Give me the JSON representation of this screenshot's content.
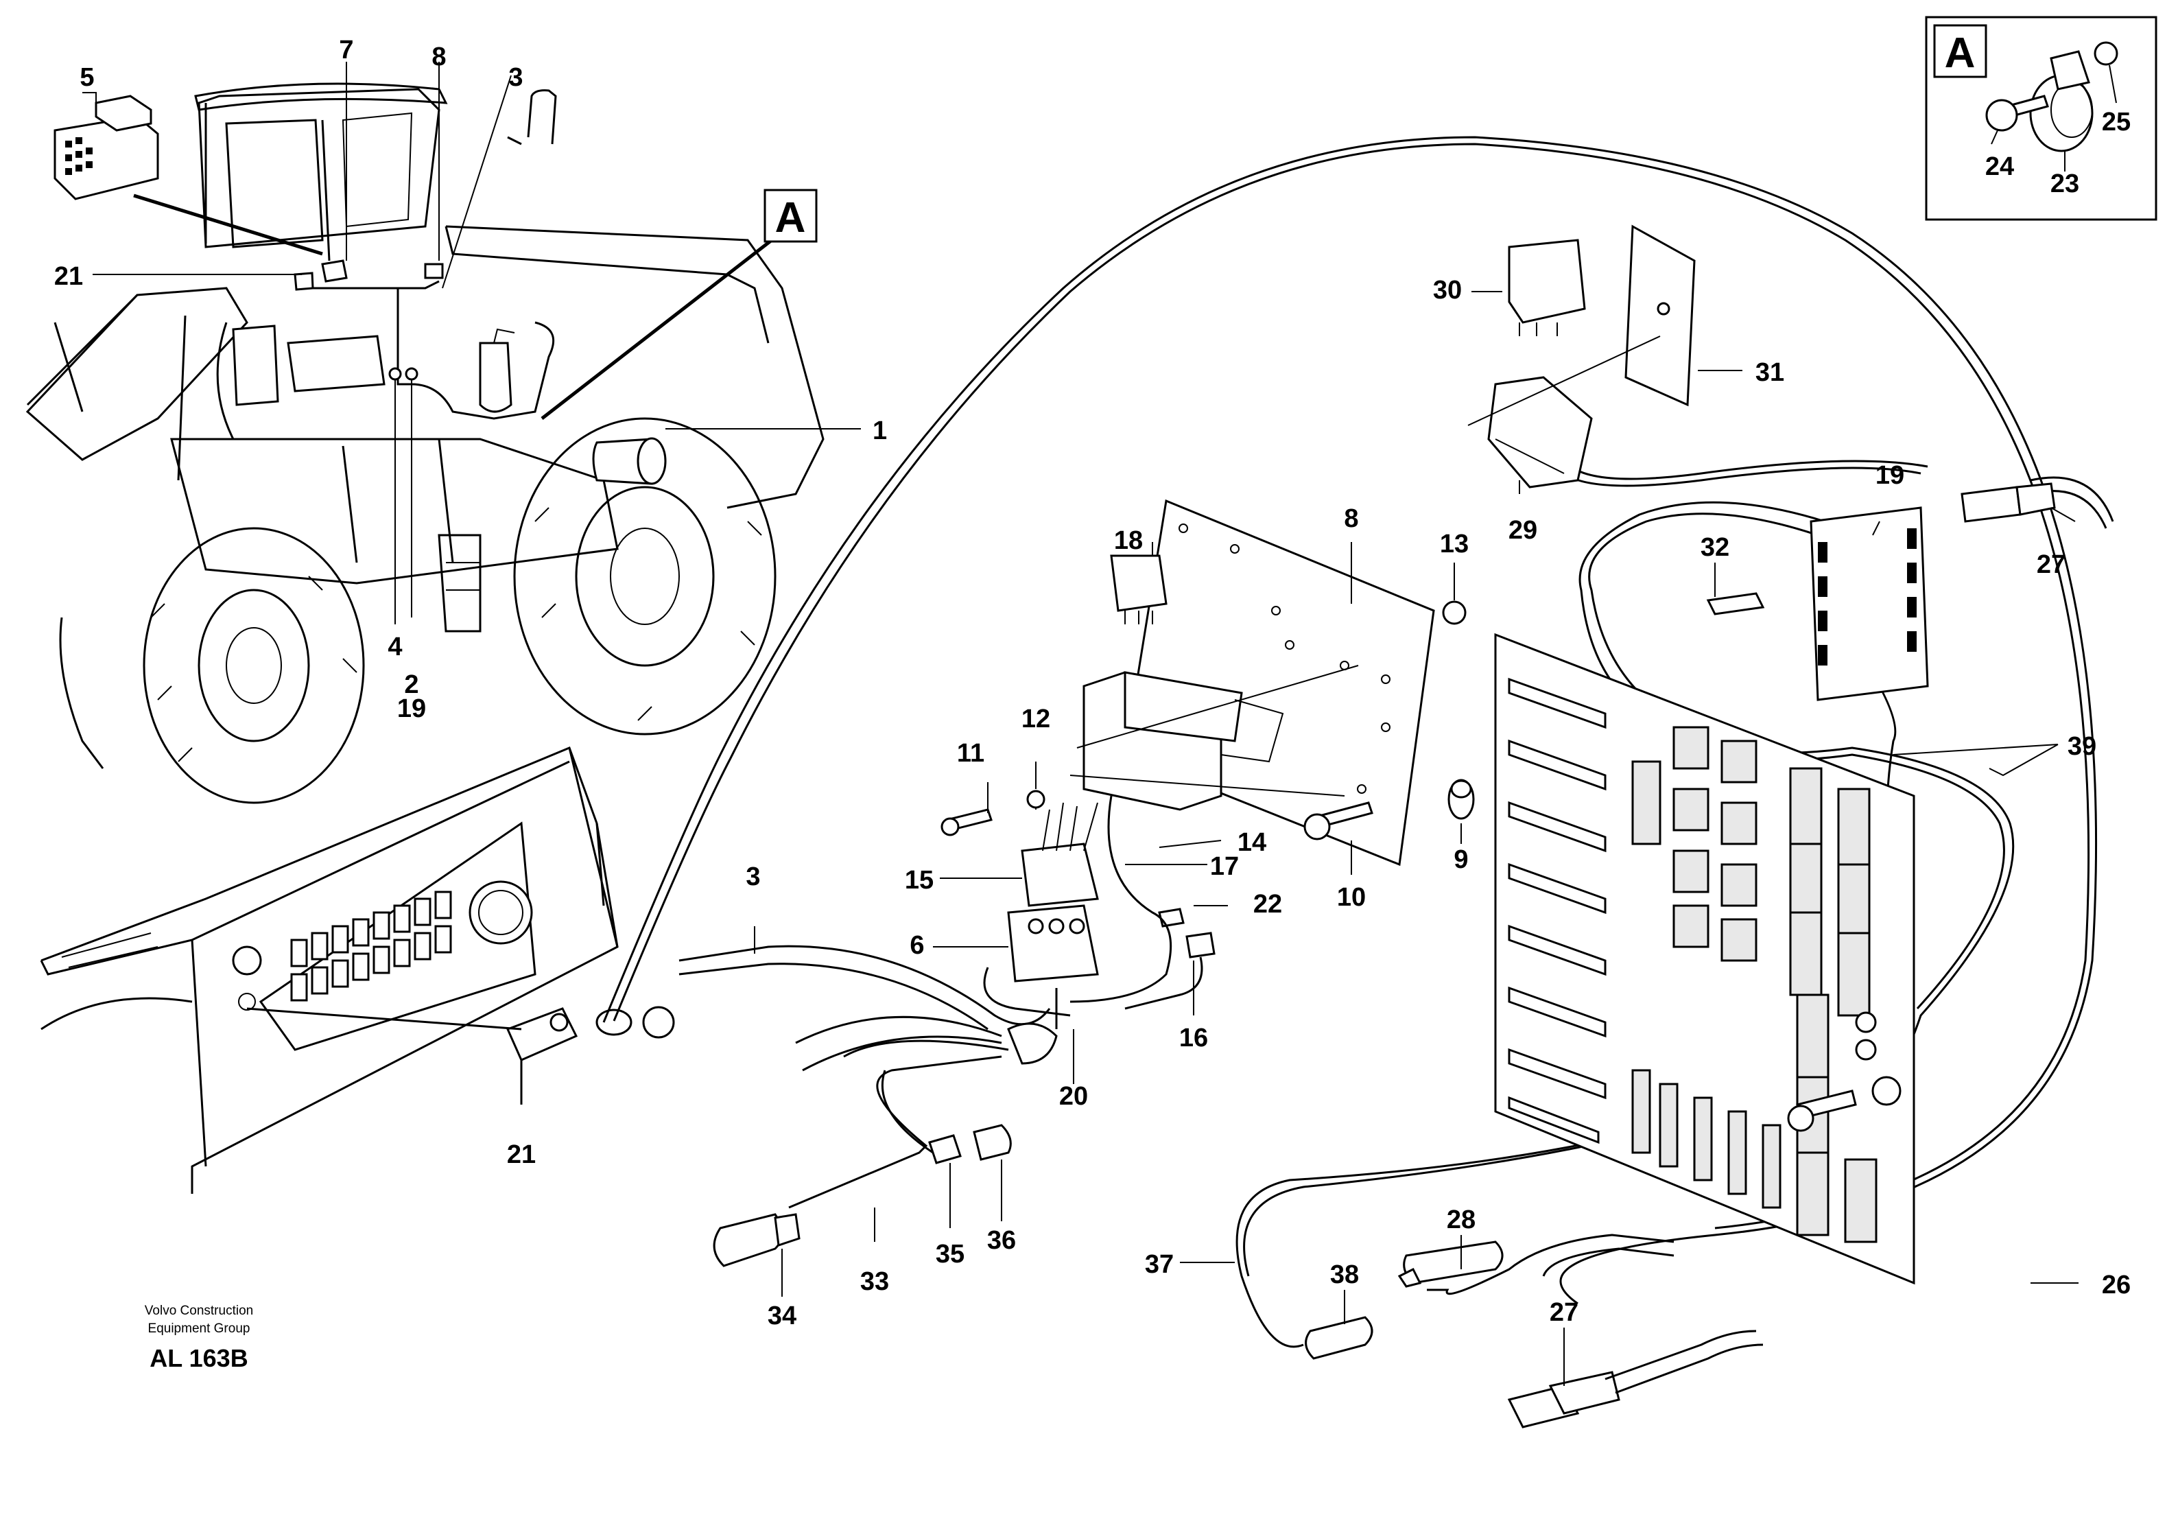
{
  "callouts": {
    "n1": "1",
    "n2": "2",
    "n3a": "3",
    "n3b": "3",
    "n4": "4",
    "n5": "5",
    "n6": "6",
    "n7": "7",
    "n8a": "8",
    "n8b": "8",
    "n9": "9",
    "n10": "10",
    "n11": "11",
    "n12": "12",
    "n13": "13",
    "n14": "14",
    "n15": "15",
    "n16": "16",
    "n17": "17",
    "n18": "18",
    "n19a": "19",
    "n19b": "19",
    "n20": "20",
    "n21a": "21",
    "n21b": "21",
    "n22": "22",
    "n23": "23",
    "n24": "24",
    "n25": "25",
    "n26": "26",
    "n27a": "27",
    "n27b": "27",
    "n28": "28",
    "n29": "29",
    "n30": "30",
    "n31": "31",
    "n32": "32",
    "n33": "33",
    "n34": "34",
    "n35": "35",
    "n36": "36",
    "n37": "37",
    "n38": "38",
    "n39": "39"
  },
  "detail_marker": {
    "main": "A",
    "inset": "A"
  },
  "footer": {
    "publisher_line1": "Volvo Construction",
    "publisher_line2": "Equipment Group",
    "drawing_code": "AL 163B"
  }
}
